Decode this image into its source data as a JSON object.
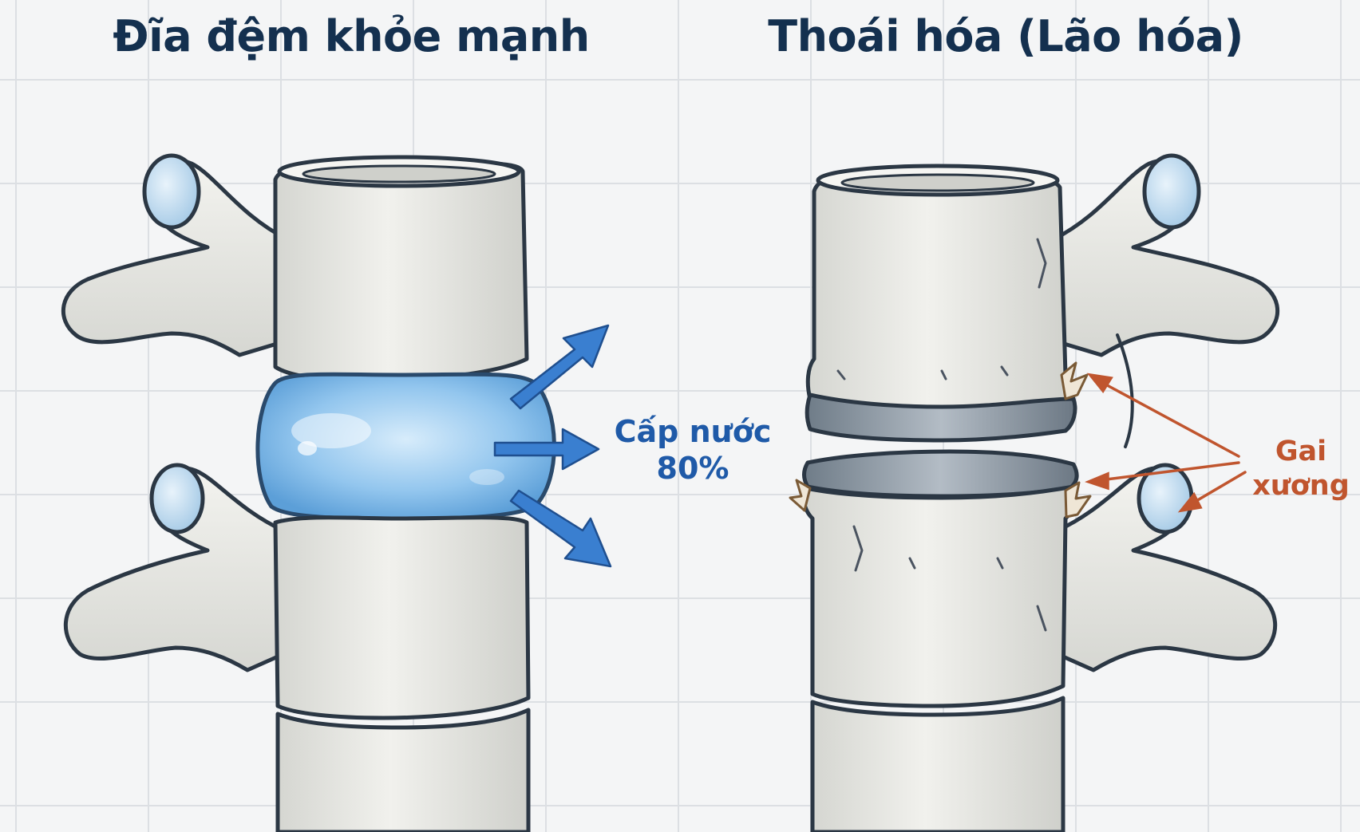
{
  "titles": {
    "healthy": "Đĩa đệm khỏe mạnh",
    "degenerated": "Thoái hóa (Lão hóa)"
  },
  "labels": {
    "hydration_line1": "Cấp nước",
    "hydration_line2": "80%",
    "spur_line1": "Gai",
    "spur_line2": "xương"
  },
  "colors": {
    "title": "#14304f",
    "hydration": "#1f5aa8",
    "spur": "#c0552e",
    "bone": "#e9e9e4",
    "disc_healthy": "#7fb9e8",
    "disc_degenerated": "#8d9aa6",
    "background": "#f4f5f6"
  }
}
